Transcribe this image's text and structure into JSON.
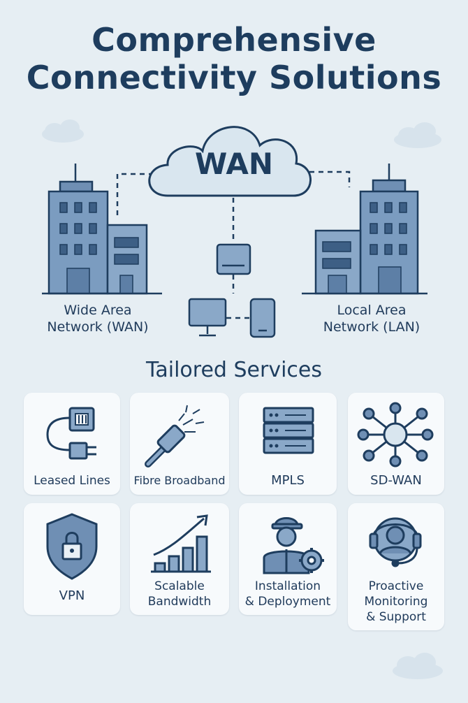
{
  "header": {
    "title_line1": "Comprehensive",
    "title_line2": "Connectivity Solutions"
  },
  "diagram": {
    "cloud_label": "WAN",
    "left_label_line1": "Wide Area",
    "left_label_line2": "Network (WAN)",
    "right_label_line1": "Local Area",
    "right_label_line2": "Network (LAN)"
  },
  "services": {
    "title": "Tailored Services",
    "items": [
      {
        "label_line1": "Leased Lines",
        "label_line2": "",
        "icon": "cable-connector-icon"
      },
      {
        "label_line1": "Fibre Broadband",
        "label_line2": "",
        "icon": "fibre-optic-icon"
      },
      {
        "label_line1": "MPLS",
        "label_line2": "",
        "icon": "server-rack-icon"
      },
      {
        "label_line1": "SD-WAN",
        "label_line2": "",
        "icon": "network-hub-icon"
      },
      {
        "label_line1": "VPN",
        "label_line2": "",
        "icon": "shield-lock-icon"
      },
      {
        "label_line1": "Scalable",
        "label_line2": "Bandwidth",
        "icon": "growth-chart-icon"
      },
      {
        "label_line1": "Installation",
        "label_line2": "& Deployment",
        "icon": "technician-gear-icon"
      },
      {
        "label_line1": "Proactive",
        "label_line2": "Monitoring",
        "label_line3": "& Support",
        "icon": "headset-support-icon"
      }
    ]
  },
  "colors": {
    "background": "#e6eef3",
    "navy": "#1e3d5e",
    "steel_blue": "#6f8fb4",
    "card": "#f7fafc"
  }
}
